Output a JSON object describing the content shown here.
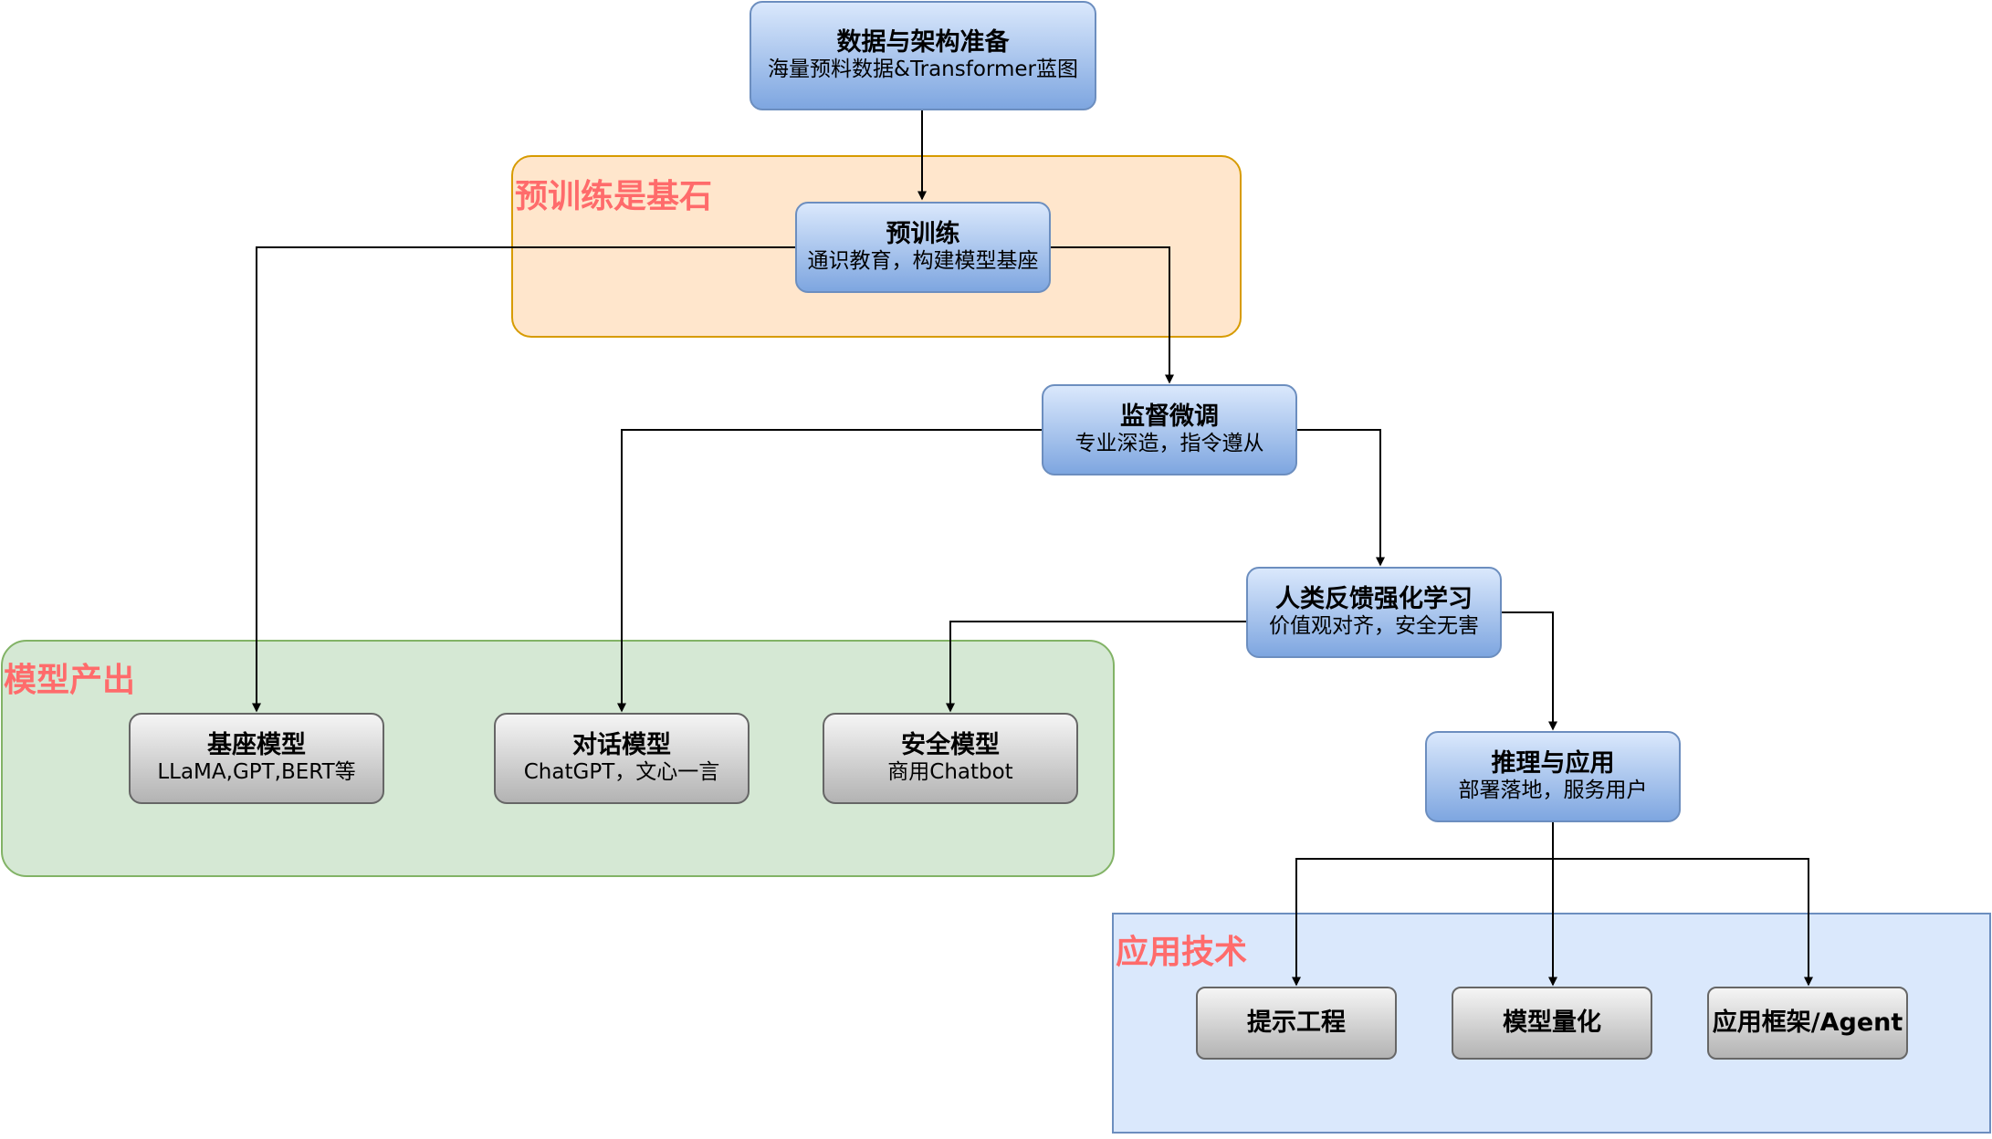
{
  "groups": {
    "pretrain": {
      "label": "预训练是基石"
    },
    "outputs": {
      "label": "模型产出"
    },
    "apps": {
      "label": "应用技术"
    }
  },
  "nodes": {
    "data_prep": {
      "title": "数据与架构准备",
      "subtitle": "海量预料数据&Transformer蓝图"
    },
    "pretraining": {
      "title": "预训练",
      "subtitle": "通识教育，构建模型基座"
    },
    "sft": {
      "title": "监督微调",
      "subtitle": "专业深造，指令遵从"
    },
    "rlhf": {
      "title": "人类反馈强化学习",
      "subtitle": "价值观对齐，安全无害"
    },
    "inference": {
      "title": "推理与应用",
      "subtitle": "部署落地，服务用户"
    },
    "base_model": {
      "title": "基座模型",
      "subtitle": "LLaMA,GPT,BERT等"
    },
    "chat_model": {
      "title": "对话模型",
      "subtitle": "ChatGPT，文心一言"
    },
    "safe_model": {
      "title": "安全模型",
      "subtitle": "商用Chatbot"
    },
    "prompt_eng": {
      "title": "提示工程"
    },
    "quantization": {
      "title": "模型量化"
    },
    "agent": {
      "title": "应用框架/Agent"
    }
  },
  "colors": {
    "pretrain_fill": "#ffe6cc",
    "pretrain_stroke": "#d79b00",
    "outputs_fill": "#d5e8d4",
    "outputs_stroke": "#82b366",
    "apps_fill": "#dae8fc",
    "apps_stroke": "#6c8ebf",
    "group_label": "#ff6b6b",
    "edge": "#000000"
  }
}
